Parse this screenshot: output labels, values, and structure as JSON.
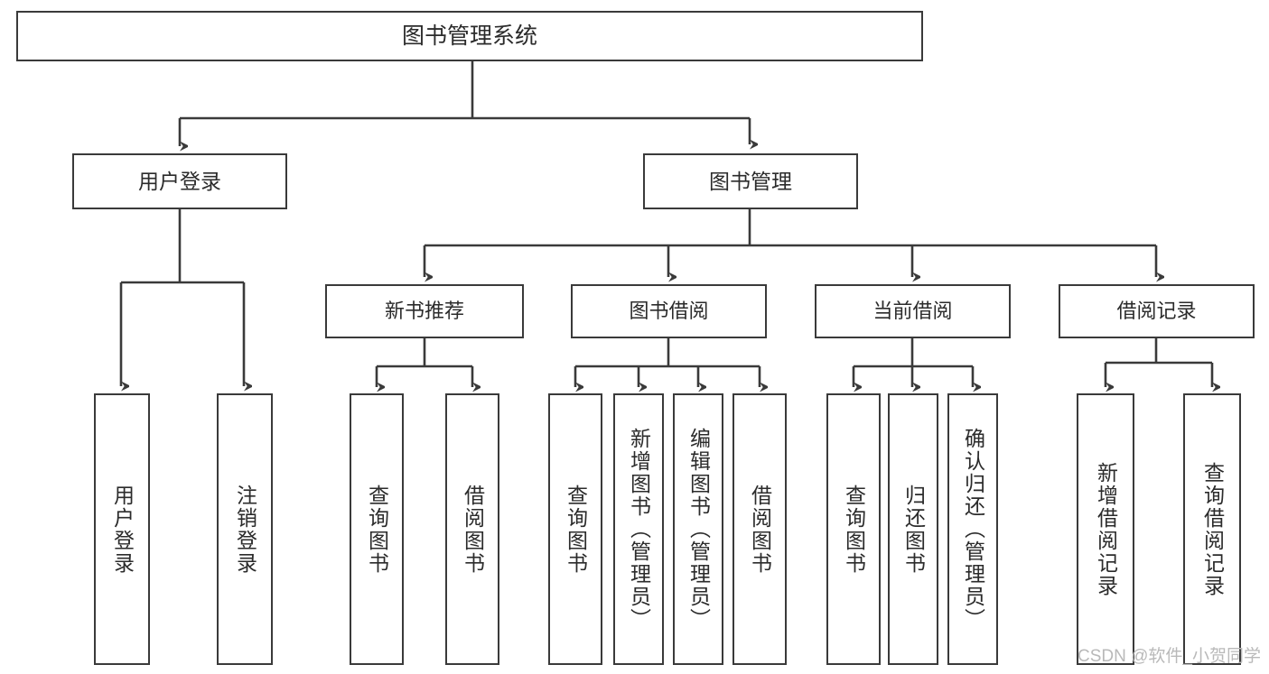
{
  "diagram": {
    "title_text": "图书管理系统",
    "type": "tree-hierarchy-chart",
    "watermark": "CSDN @软件_小贺同学",
    "stroke_color": "#3a3a3a",
    "text_color": "#2b2b2b",
    "background": "#ffffff"
  },
  "nodes": {
    "root": {
      "label": "图书管理系统"
    },
    "level1": [
      {
        "label": "用户登录"
      },
      {
        "label": "图书管理"
      }
    ],
    "level2": [
      {
        "label": "新书推荐"
      },
      {
        "label": "图书借阅"
      },
      {
        "label": "当前借阅"
      },
      {
        "label": "借阅记录"
      }
    ],
    "leaves": [
      {
        "label": "用户登录",
        "parent": "用户登录"
      },
      {
        "label": "注销登录",
        "parent": "用户登录"
      },
      {
        "label": "查询图书",
        "parent": "新书推荐"
      },
      {
        "label": "借阅图书",
        "parent": "新书推荐"
      },
      {
        "label": "查询图书",
        "parent": "图书借阅"
      },
      {
        "label": "新增图书（管理员）",
        "parent": "图书借阅"
      },
      {
        "label": "编辑图书（管理员）",
        "parent": "图书借阅"
      },
      {
        "label": "借阅图书",
        "parent": "图书借阅"
      },
      {
        "label": "查询图书",
        "parent": "当前借阅"
      },
      {
        "label": "归还图书",
        "parent": "当前借阅"
      },
      {
        "label": "确认归还（管理员）",
        "parent": "当前借阅"
      },
      {
        "label": "新增借阅记录",
        "parent": "借阅记录"
      },
      {
        "label": "查询借阅记录",
        "parent": "借阅记录"
      }
    ]
  }
}
